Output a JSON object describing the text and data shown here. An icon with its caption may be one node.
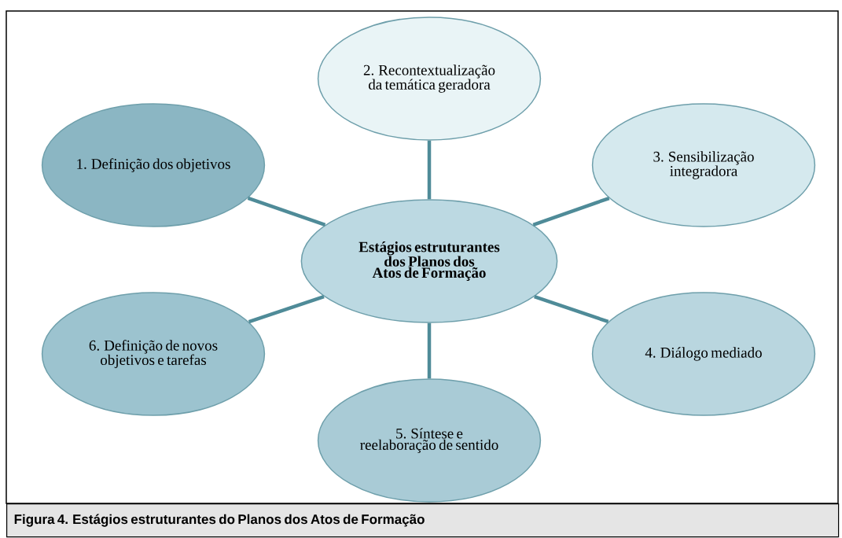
{
  "diagram": {
    "caption": "Figura 4. Estágios estruturantes do Planos dos Atos de Formação",
    "nodes": [
      {
        "text": [
          "Estágios estruturantes dos Planos dos Atos de Formação"
        ]
      },
      {
        "text": [
          "1. Definição dos objetivos"
        ]
      },
      {
        "text": [
          "2. Recontextualização da temática geradora"
        ]
      },
      {
        "text": [
          "3. Sensibilização integradora"
        ]
      },
      {
        "text": [
          "4. Diálogo mediado"
        ]
      },
      {
        "text": [
          "5. Síntese e reelaboração de sentido"
        ]
      },
      {
        "text": [
          "6. Definição de novos objetivos e tarefas"
        ]
      }
    ],
    "edges": [
      {
        "from": 0,
        "to": 1,
        "arrow": "none"
      },
      {
        "from": 0,
        "to": 2,
        "arrow": "none"
      },
      {
        "from": 0,
        "to": 3,
        "arrow": "none"
      },
      {
        "from": 0,
        "to": 4,
        "arrow": "none"
      },
      {
        "from": 0,
        "to": 5,
        "arrow": "none"
      },
      {
        "from": 0,
        "to": 6,
        "arrow": "none"
      }
    ]
  }
}
